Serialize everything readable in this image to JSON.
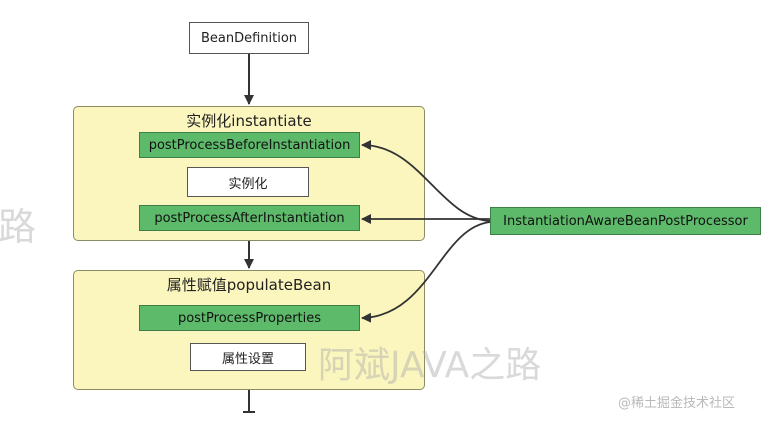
{
  "nodes": {
    "bean_definition": "BeanDefinition",
    "instantiate_group": "实例化instantiate",
    "post_before_inst": "postProcessBeforeInstantiation",
    "instantiate_step": "实例化",
    "post_after_inst": "postProcessAfterInstantiation",
    "populate_group": "属性赋值populateBean",
    "post_properties": "postProcessProperties",
    "property_set_step": "属性设置",
    "processor": "InstantiationAwareBeanPostProcessor"
  },
  "watermarks": {
    "left_fragment": "路",
    "center": "阿斌JAVA之路",
    "credit": "@稀土掘金技术社区"
  },
  "colors": {
    "group_fill": "#fbf5be",
    "green_fill": "#5dba6a",
    "arrow": "#333333"
  }
}
